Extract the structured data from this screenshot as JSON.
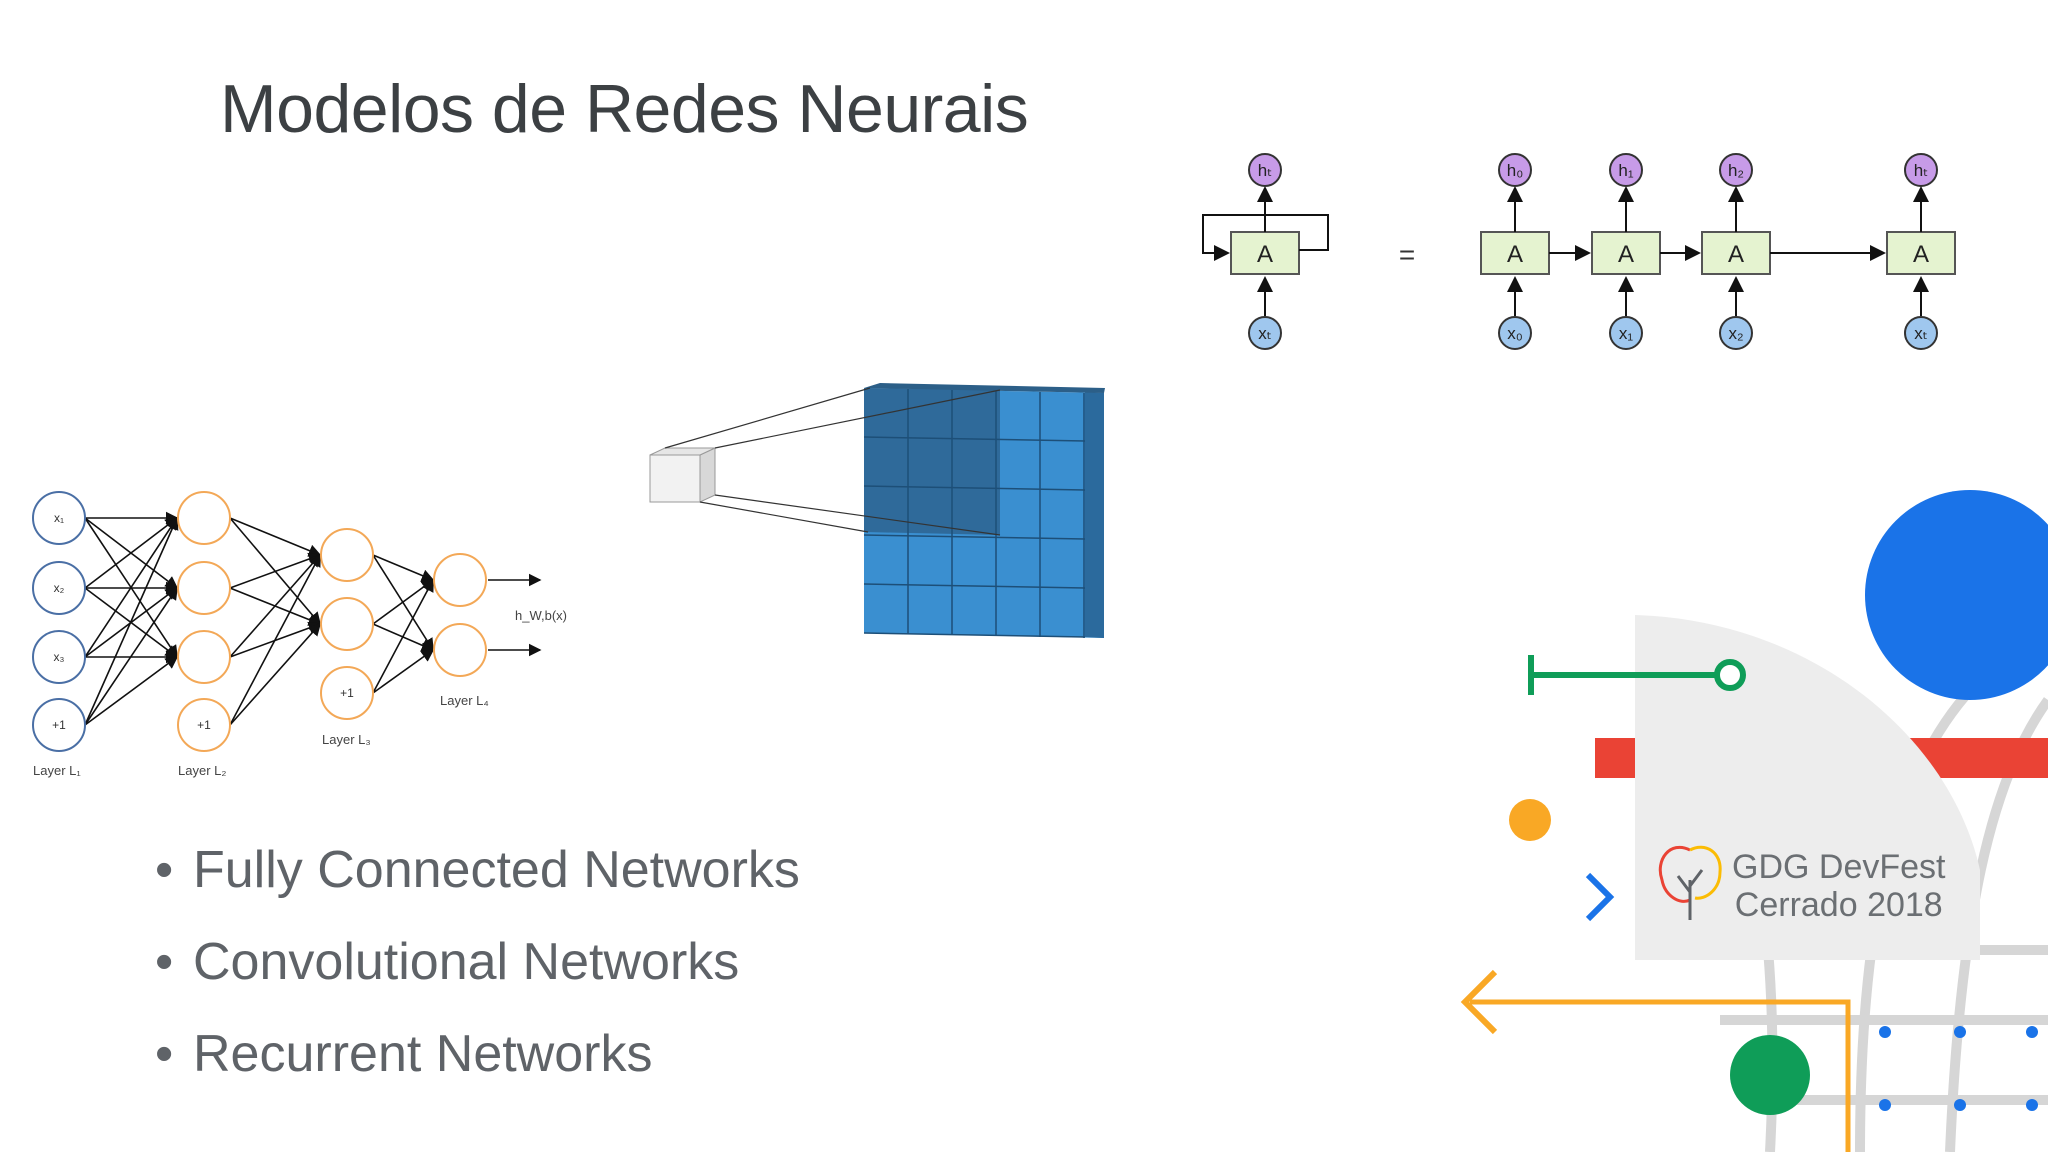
{
  "slide": {
    "title": "Modelos de Redes Neurais",
    "bullets": [
      "Fully Connected Networks",
      "Convolutional Networks",
      "Recurrent Networks"
    ],
    "bullet_symbol": "•"
  },
  "fc_network": {
    "input_nodes": [
      "x₁",
      "x₂",
      "x₃",
      "+1"
    ],
    "layer2_bias": "+1",
    "layer3_bias": "+1",
    "output_label": "h_W,b(x)",
    "layer_labels": [
      "Layer L₁",
      "Layer L₂",
      "Layer L₃",
      "Layer L₄"
    ]
  },
  "rnn_diagram": {
    "cell_label": "A",
    "equals": "=",
    "folded": {
      "h": "hₜ",
      "x": "xₜ"
    },
    "unrolled": [
      {
        "h": "h₀",
        "x": "x₀"
      },
      {
        "h": "h₁",
        "x": "x₁"
      },
      {
        "h": "h₂",
        "x": "x₂"
      },
      {
        "h": "hₜ",
        "x": "xₜ"
      }
    ]
  },
  "branding": {
    "line1": "GDG DevFest",
    "line2": "Cerrado 2018"
  },
  "colors": {
    "blue": "#1a73e8",
    "green": "#0f9d58",
    "red": "#ea4335",
    "yellow": "#fbbc04",
    "node_orange": "#f3a857",
    "node_blue": "#4a6fa5",
    "rnn_h": "#c79be8",
    "rnn_x": "#9fc7ee",
    "rnn_cell": "#e5f3d0"
  }
}
